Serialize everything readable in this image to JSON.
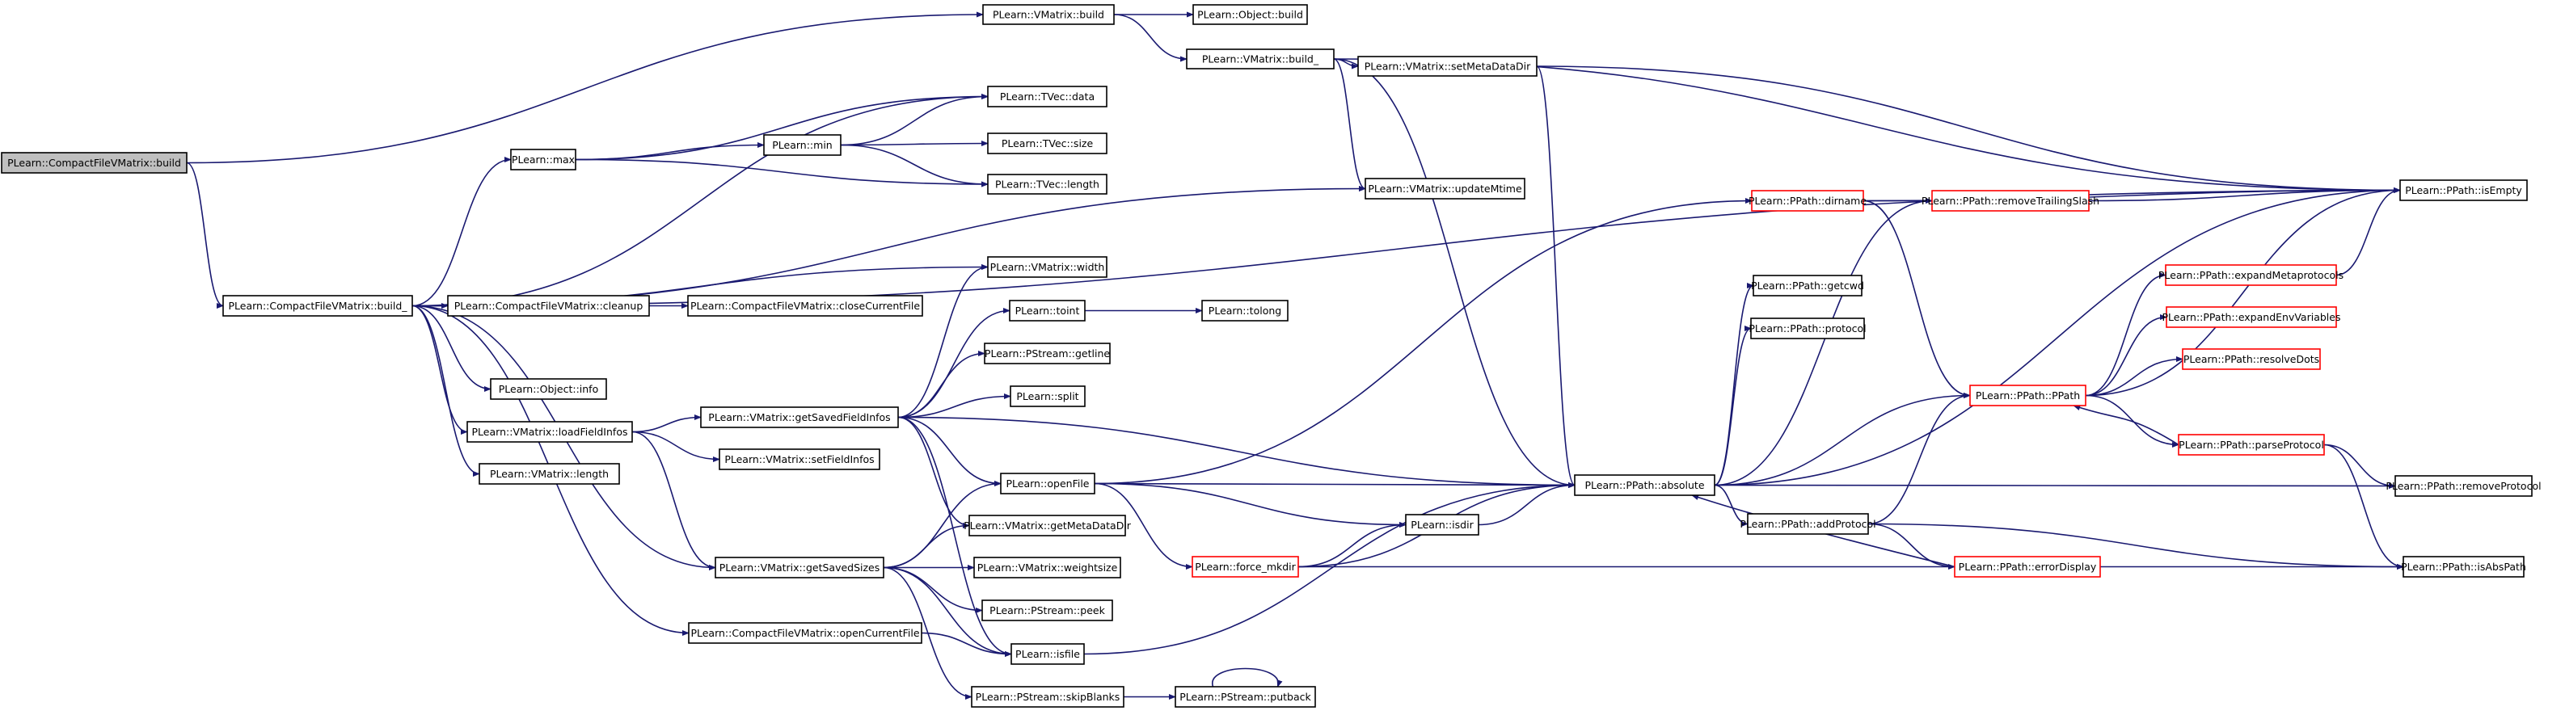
{
  "diagram": {
    "nodes": [
      {
        "id": "root",
        "label": "PLearn::CompactFileVMatrix::build",
        "style": "root"
      },
      {
        "id": "vmbuild",
        "label": "PLearn::VMatrix::build",
        "style": "normal"
      },
      {
        "id": "objbuild",
        "label": "PLearn::Object::build",
        "style": "normal"
      },
      {
        "id": "vmbuild_",
        "label": "PLearn::VMatrix::build_",
        "style": "normal"
      },
      {
        "id": "setmeta",
        "label": "PLearn::VMatrix::setMetaDataDir",
        "style": "normal"
      },
      {
        "id": "updmt",
        "label": "PLearn::VMatrix::updateMtime",
        "style": "normal"
      },
      {
        "id": "cfbuild_",
        "label": "PLearn::CompactFileVMatrix::build_",
        "style": "normal"
      },
      {
        "id": "max",
        "label": "PLearn::max",
        "style": "normal"
      },
      {
        "id": "min",
        "label": "PLearn::min",
        "style": "normal"
      },
      {
        "id": "tvdata",
        "label": "PLearn::TVec::data",
        "style": "normal"
      },
      {
        "id": "tvsize",
        "label": "PLearn::TVec::size",
        "style": "normal"
      },
      {
        "id": "tvlength",
        "label": "PLearn::TVec::length",
        "style": "normal"
      },
      {
        "id": "cleanup",
        "label": "PLearn::CompactFileVMatrix::cleanup",
        "style": "normal"
      },
      {
        "id": "closecur",
        "label": "PLearn::CompactFileVMatrix::closeCurrentFile",
        "style": "normal"
      },
      {
        "id": "objinfo",
        "label": "PLearn::Object::info",
        "style": "normal"
      },
      {
        "id": "loadfi",
        "label": "PLearn::VMatrix::loadFieldInfos",
        "style": "normal"
      },
      {
        "id": "vmlength",
        "label": "PLearn::VMatrix::length",
        "style": "normal"
      },
      {
        "id": "getsfi",
        "label": "PLearn::VMatrix::getSavedFieldInfos",
        "style": "normal"
      },
      {
        "id": "setfi",
        "label": "PLearn::VMatrix::setFieldInfos",
        "style": "normal"
      },
      {
        "id": "vmwidth",
        "label": "PLearn::VMatrix::width",
        "style": "normal"
      },
      {
        "id": "toint",
        "label": "PLearn::toint",
        "style": "normal"
      },
      {
        "id": "tolong",
        "label": "PLearn::tolong",
        "style": "normal"
      },
      {
        "id": "getline",
        "label": "PLearn::PStream::getline",
        "style": "normal"
      },
      {
        "id": "split",
        "label": "PLearn::split",
        "style": "normal"
      },
      {
        "id": "openfile",
        "label": "PLearn::openFile",
        "style": "normal"
      },
      {
        "id": "getmdd",
        "label": "PLearn::VMatrix::getMetaDataDir",
        "style": "normal"
      },
      {
        "id": "getss",
        "label": "PLearn::VMatrix::getSavedSizes",
        "style": "normal"
      },
      {
        "id": "weightsize",
        "label": "PLearn::VMatrix::weightsize",
        "style": "normal"
      },
      {
        "id": "peek",
        "label": "PLearn::PStream::peek",
        "style": "normal"
      },
      {
        "id": "opencur",
        "label": "PLearn::CompactFileVMatrix::openCurrentFile",
        "style": "normal"
      },
      {
        "id": "isfile",
        "label": "PLearn::isfile",
        "style": "normal"
      },
      {
        "id": "skipblanks",
        "label": "PLearn::PStream::skipBlanks",
        "style": "normal"
      },
      {
        "id": "putback",
        "label": "PLearn::PStream::putback",
        "style": "normal"
      },
      {
        "id": "isdir",
        "label": "PLearn::isdir",
        "style": "normal"
      },
      {
        "id": "forcemkdir",
        "label": "PLearn::force_mkdir",
        "style": "red"
      },
      {
        "id": "absolute",
        "label": "PLearn::PPath::absolute",
        "style": "normal"
      },
      {
        "id": "dirname",
        "label": "PLearn::PPath::dirname",
        "style": "red"
      },
      {
        "id": "rmslash",
        "label": "PLearn::PPath::removeTrailingSlash",
        "style": "red"
      },
      {
        "id": "getcwd",
        "label": "PLearn::PPath::getcwd",
        "style": "normal"
      },
      {
        "id": "protocol",
        "label": "PLearn::PPath::protocol",
        "style": "normal"
      },
      {
        "id": "ppath",
        "label": "PLearn::PPath::PPath",
        "style": "red"
      },
      {
        "id": "addprot",
        "label": "PLearn::PPath::addProtocol",
        "style": "normal"
      },
      {
        "id": "errdisp",
        "label": "PLearn::PPath::errorDisplay",
        "style": "red"
      },
      {
        "id": "expmeta",
        "label": "PLearn::PPath::expandMetaprotocols",
        "style": "red"
      },
      {
        "id": "expenv",
        "label": "PLearn::PPath::expandEnvVariables",
        "style": "red"
      },
      {
        "id": "resdots",
        "label": "PLearn::PPath::resolveDots",
        "style": "red"
      },
      {
        "id": "parseprot",
        "label": "PLearn::PPath::parseProtocol",
        "style": "red"
      },
      {
        "id": "isempty",
        "label": "PLearn::PPath::isEmpty",
        "style": "normal"
      },
      {
        "id": "rmprot",
        "label": "PLearn::PPath::removeProtocol",
        "style": "normal"
      },
      {
        "id": "isabs",
        "label": "PLearn::PPath::isAbsPath",
        "style": "normal"
      }
    ],
    "edges": [
      [
        "root",
        "vmbuild"
      ],
      [
        "root",
        "cfbuild_"
      ],
      [
        "vmbuild",
        "objbuild"
      ],
      [
        "vmbuild",
        "vmbuild_"
      ],
      [
        "vmbuild_",
        "setmeta"
      ],
      [
        "vmbuild_",
        "updmt"
      ],
      [
        "vmbuild_",
        "isempty"
      ],
      [
        "vmbuild_",
        "absolute"
      ],
      [
        "cfbuild_",
        "max"
      ],
      [
        "cfbuild_",
        "tvdata"
      ],
      [
        "cfbuild_",
        "isempty"
      ],
      [
        "cfbuild_",
        "updmt"
      ],
      [
        "cfbuild_",
        "cleanup"
      ],
      [
        "cfbuild_",
        "vmwidth"
      ],
      [
        "cfbuild_",
        "objinfo"
      ],
      [
        "cfbuild_",
        "loadfi"
      ],
      [
        "cfbuild_",
        "vmlength"
      ],
      [
        "cfbuild_",
        "getss"
      ],
      [
        "cfbuild_",
        "opencur"
      ],
      [
        "max",
        "min"
      ],
      [
        "max",
        "tvdata"
      ],
      [
        "max",
        "tvlength"
      ],
      [
        "min",
        "tvdata"
      ],
      [
        "min",
        "tvsize"
      ],
      [
        "min",
        "tvlength"
      ],
      [
        "cleanup",
        "closecur"
      ],
      [
        "loadfi",
        "getsfi"
      ],
      [
        "loadfi",
        "setfi"
      ],
      [
        "loadfi",
        "getss"
      ],
      [
        "getsfi",
        "vmwidth"
      ],
      [
        "getsfi",
        "toint"
      ],
      [
        "getsfi",
        "getline"
      ],
      [
        "getsfi",
        "split"
      ],
      [
        "getsfi",
        "openfile"
      ],
      [
        "getsfi",
        "getmdd"
      ],
      [
        "getsfi",
        "isfile"
      ],
      [
        "getsfi",
        "absolute"
      ],
      [
        "toint",
        "tolong"
      ],
      [
        "openfile",
        "dirname"
      ],
      [
        "openfile",
        "absolute"
      ],
      [
        "openfile",
        "isdir"
      ],
      [
        "openfile",
        "forcemkdir"
      ],
      [
        "getss",
        "openfile"
      ],
      [
        "getss",
        "getmdd"
      ],
      [
        "getss",
        "weightsize"
      ],
      [
        "getss",
        "peek"
      ],
      [
        "getss",
        "isfile"
      ],
      [
        "getss",
        "skipblanks"
      ],
      [
        "opencur",
        "isfile"
      ],
      [
        "isfile",
        "absolute"
      ],
      [
        "skipblanks",
        "putback"
      ],
      [
        "putback",
        "putback"
      ],
      [
        "isdir",
        "absolute"
      ],
      [
        "forcemkdir",
        "isdir"
      ],
      [
        "forcemkdir",
        "absolute"
      ],
      [
        "forcemkdir",
        "isabs"
      ],
      [
        "setmeta",
        "isempty"
      ],
      [
        "setmeta",
        "absolute"
      ],
      [
        "absolute",
        "rmslash"
      ],
      [
        "absolute",
        "getcwd"
      ],
      [
        "absolute",
        "protocol"
      ],
      [
        "absolute",
        "ppath"
      ],
      [
        "absolute",
        "addprot"
      ],
      [
        "absolute",
        "rmprot"
      ],
      [
        "absolute",
        "isempty"
      ],
      [
        "dirname",
        "rmslash"
      ],
      [
        "dirname",
        "isempty"
      ],
      [
        "dirname",
        "ppath"
      ],
      [
        "rmslash",
        "isempty"
      ],
      [
        "addprot",
        "ppath"
      ],
      [
        "addprot",
        "errdisp"
      ],
      [
        "addprot",
        "isabs"
      ],
      [
        "errdisp",
        "absolute"
      ],
      [
        "ppath",
        "expmeta"
      ],
      [
        "ppath",
        "expenv"
      ],
      [
        "ppath",
        "resdots"
      ],
      [
        "ppath",
        "parseprot"
      ],
      [
        "ppath",
        "isempty"
      ],
      [
        "expmeta",
        "isempty"
      ],
      [
        "parseprot",
        "rmprot"
      ],
      [
        "parseprot",
        "isabs"
      ],
      [
        "parseprot",
        "ppath"
      ]
    ]
  }
}
